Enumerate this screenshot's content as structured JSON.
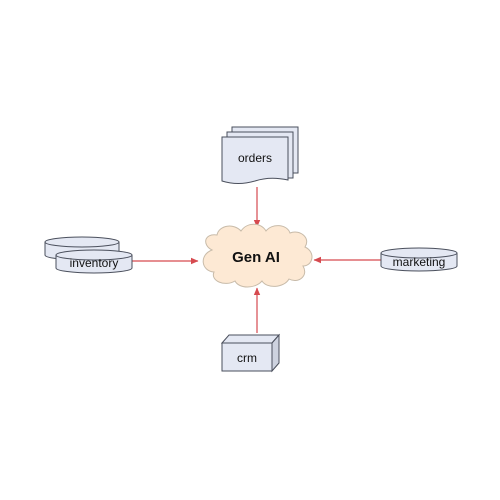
{
  "diagram": {
    "center": {
      "label": "Gen AI"
    },
    "nodes": {
      "orders": {
        "label": "orders",
        "shape": "stacked-documents"
      },
      "inventory": {
        "label": "inventory",
        "shape": "stacked-disks"
      },
      "marketing": {
        "label": "marketing",
        "shape": "disk"
      },
      "crm": {
        "label": "crm",
        "shape": "3d-box"
      }
    },
    "edges": [
      {
        "from": "orders",
        "to": "Gen AI"
      },
      {
        "from": "inventory",
        "to": "Gen AI"
      },
      {
        "from": "marketing",
        "to": "Gen AI"
      },
      {
        "from": "crm",
        "to": "Gen AI"
      }
    ]
  },
  "colors": {
    "background": "#ffffff",
    "node_fill": "#e4e8f3",
    "node_stroke": "#4a4f5c",
    "cloud_fill": "#fde9d4",
    "cloud_stroke": "#c8bba9",
    "edge": "#d64a4f"
  }
}
